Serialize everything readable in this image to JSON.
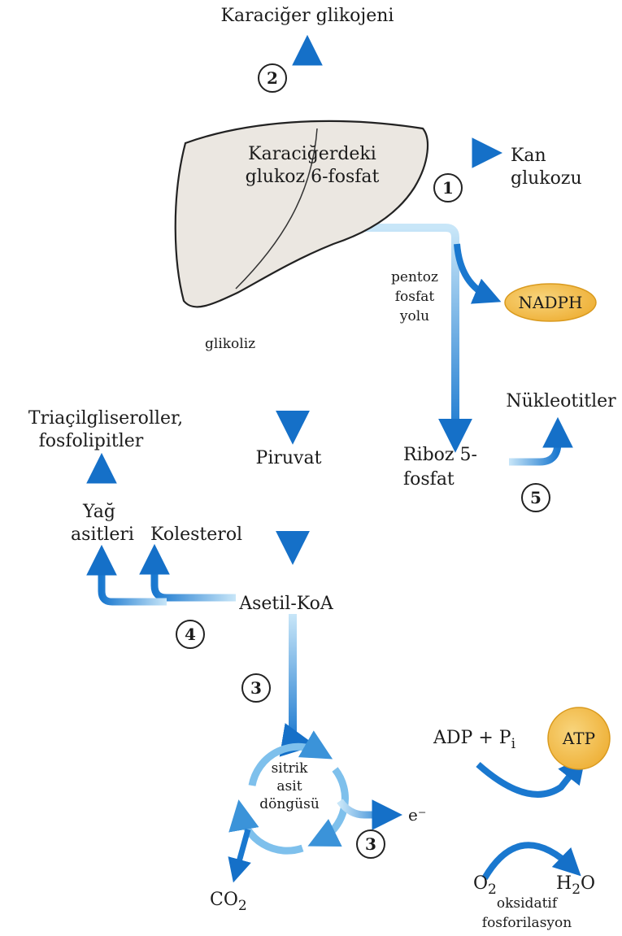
{
  "colors": {
    "flow_dark": "#1570c8",
    "flow_light": "#bfe2f7",
    "liver_fill": "#ebe7e1",
    "badge_fill": "#f3bd4b",
    "badge_edge": "#d99a1e"
  },
  "labels": {
    "liver_glycogen": "Karaciğer glikojeni",
    "liver_g6p_line1": "Karaciğerdeki",
    "liver_g6p_line2": "glukoz 6-fosfat",
    "blood_glucose_line1": "Kan",
    "blood_glucose_line2": "glukozu",
    "ppp_line1": "pentoz",
    "ppp_line2": "fosfat",
    "ppp_line3": "yolu",
    "nadph": "NADPH",
    "glycolysis": "glikoliz",
    "nucleotides": "Nükleotitler",
    "ribose_line1": "Riboz 5-",
    "ribose_line2": "fosfat",
    "tag_line1": "Triaçilgliseroller,",
    "tag_line2": "fosfolipitler",
    "pyruvate": "Piruvat",
    "fatty_acids_line1": "Yağ",
    "fatty_acids_line2": "asitleri",
    "cholesterol": "Kolesterol",
    "acetyl_coa": "Asetil-KoA",
    "cycle_line1": "sitrik",
    "cycle_line2": "asit",
    "cycle_line3": "döngüsü",
    "electron": "e⁻",
    "adp_pi": "ADP + P",
    "adp_pi_sub": "i",
    "atp": "ATP",
    "o2": "O",
    "o2_sub": "2",
    "h2o_h": "H",
    "h2o_sub": "2",
    "h2o_o": "O",
    "co2": "CO",
    "co2_sub": "2",
    "oxphos_line1": "oksidatif",
    "oxphos_line2": "fosforilasyon"
  },
  "pathway_numbers": {
    "n1": "1",
    "n2": "2",
    "n3a": "3",
    "n3b": "3",
    "n4": "4",
    "n5": "5"
  }
}
